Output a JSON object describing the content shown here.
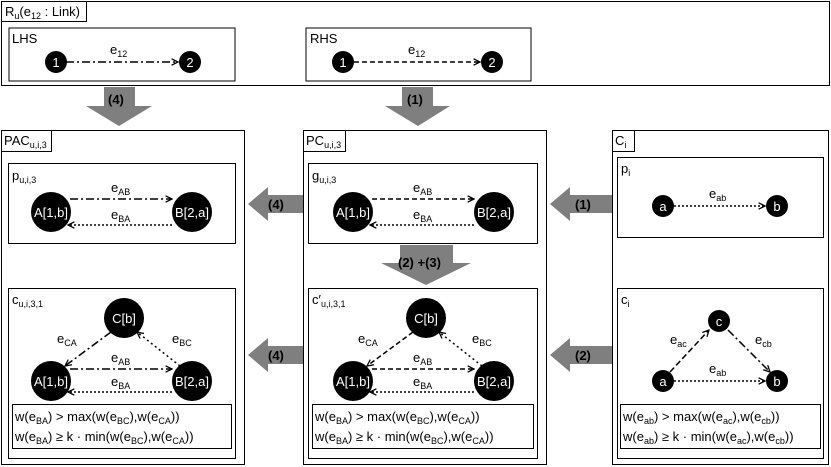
{
  "rule": {
    "title_main": "R",
    "title_sub": "u",
    "title_args": "(e",
    "title_args_sub": "12",
    "title_args_tail": " : Link)",
    "lhs": {
      "label": "LHS",
      "node1": "1",
      "node2": "2",
      "edge_main": "e",
      "edge_sub": "12"
    },
    "rhs": {
      "label": "RHS",
      "node1": "1",
      "node2": "2",
      "edge_main": "e",
      "edge_sub": "12"
    }
  },
  "arrows": {
    "down_left": "(4)",
    "down_right": "(1)",
    "pc_to_pac_top": "(4)",
    "ci_to_pc_top": "(1)",
    "pc_down": "(2) +(3)",
    "pc_to_pac_bottom": "(4)",
    "ci_to_pc_bottom": "(2)"
  },
  "pac": {
    "title_main": "PAC",
    "title_sub": "u,i,3",
    "p": {
      "label_main": "p",
      "label_sub": "u,i,3",
      "node_a": "A[1,b]",
      "node_b": "B[2,a]",
      "edge_ab_main": "e",
      "edge_ab_sub": "AB",
      "edge_ba_main": "e",
      "edge_ba_sub": "BA"
    },
    "c": {
      "label_main": "c",
      "label_sub": "u,i,3,1",
      "node_a": "A[1,b]",
      "node_b": "B[2,a]",
      "node_c": "C[b]",
      "edge_ca_main": "e",
      "edge_ca_sub": "CA",
      "edge_bc_main": "e",
      "edge_bc_sub": "BC",
      "edge_ab_main": "e",
      "edge_ab_sub": "AB",
      "edge_ba_main": "e",
      "edge_ba_sub": "BA",
      "cond1": [
        "w(e",
        "BA",
        ") > max(w(e",
        "BC",
        "),w(e",
        "CA",
        "))"
      ],
      "cond2": [
        "w(e",
        "BA",
        ") ≥ k · min(w(e",
        "BC",
        "),w(e",
        "CA",
        "))"
      ]
    }
  },
  "pc": {
    "title_main": "PC",
    "title_sub": "u,i,3",
    "g": {
      "label_main": "g",
      "label_sub": "u,i,3",
      "node_a": "A[1,b]",
      "node_b": "B[2,a]",
      "edge_ab_main": "e",
      "edge_ab_sub": "AB",
      "edge_ba_main": "e",
      "edge_ba_sub": "BA"
    },
    "c": {
      "label_main": "c′",
      "label_sub": "u,i,3,1",
      "node_a": "A[1,b]",
      "node_b": "B[2,a]",
      "node_c": "C[b]",
      "edge_ca_main": "e",
      "edge_ca_sub": "CA",
      "edge_bc_main": "e",
      "edge_bc_sub": "BC",
      "edge_ab_main": "e",
      "edge_ab_sub": "AB",
      "edge_ba_main": "e",
      "edge_ba_sub": "BA",
      "cond1": [
        "w(e",
        "BA",
        ") > max(w(e",
        "BC",
        "),w(e",
        "CA",
        "))"
      ],
      "cond2": [
        "w(e",
        "BA",
        ") ≥ k · min(w(e",
        "BC",
        "),w(e",
        "CA",
        "))"
      ]
    }
  },
  "ci": {
    "title_main": "C",
    "title_sub": "i",
    "p": {
      "label_main": "p",
      "label_sub": "i",
      "node_a": "a",
      "node_b": "b",
      "edge_ab_main": "e",
      "edge_ab_sub": "ab"
    },
    "c": {
      "label_main": "c",
      "label_sub": "i",
      "node_a": "a",
      "node_b": "b",
      "node_c": "c",
      "edge_ac_main": "e",
      "edge_ac_sub": "ac",
      "edge_cb_main": "e",
      "edge_cb_sub": "cb",
      "edge_ab_main": "e",
      "edge_ab_sub": "ab",
      "cond1": [
        "w(e",
        "ab",
        ") > max(w(e",
        "ac",
        "),w(e",
        "cb",
        "))"
      ],
      "cond2": [
        "w(e",
        "ab",
        ") ≥ k · min(w(e",
        "ac",
        "),w(e",
        "cb",
        "))"
      ]
    }
  },
  "colors": {
    "arrow_fill": "#7f7f7f",
    "node_fill": "#000000",
    "line": "#000000"
  }
}
